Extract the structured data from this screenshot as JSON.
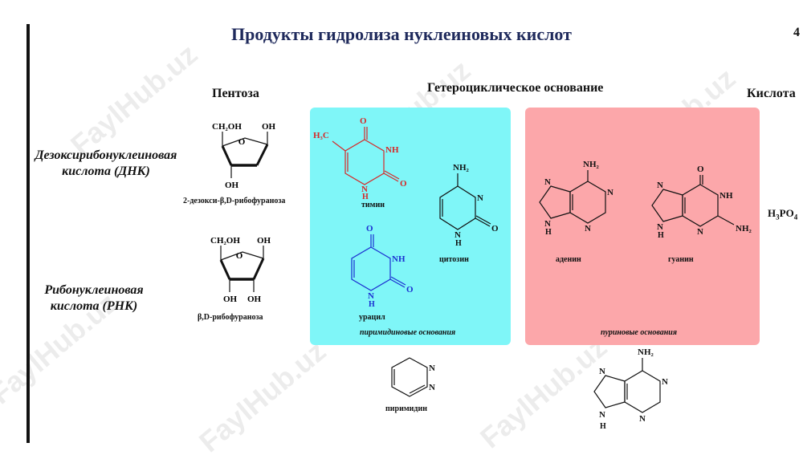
{
  "slide": {
    "title": "Продукты гидролиза нуклеиновых кислот",
    "page_number": "4"
  },
  "headers": {
    "pentose": "Пентоза",
    "base": "Гетероциклическое основание",
    "acid": "Кислота"
  },
  "rows": {
    "dna": {
      "line1": "Дезоксирибонуклеиновая",
      "line2": "кислота (ДНК)"
    },
    "rna": {
      "line1": "Рибонуклеиновая",
      "line2": "кислота (РНК)"
    }
  },
  "sugars": {
    "deoxyribose": {
      "caption": "2-дезокси-β,D-рибофураноза",
      "ch2oh": "CH₂OH",
      "oh1": "OH",
      "oh3": "OH"
    },
    "ribose": {
      "caption": "β,D-рибофураноза",
      "ch2oh": "CH₂OH",
      "oh1": "OH",
      "oh2": "OH",
      "oh3": "OH"
    }
  },
  "pyrimidines": {
    "group_caption": "пиримидиновые основания",
    "thymine": {
      "name": "тимин",
      "methyl": "H₃C",
      "o1": "O",
      "o2": "O",
      "nh": "NH",
      "n": "N",
      "h": "H"
    },
    "cytosine": {
      "name": "цитозин",
      "nh2": "NH₂",
      "n": "N",
      "o": "O",
      "nlow": "N",
      "h": "H"
    },
    "uracil": {
      "name": "урацил",
      "o1": "O",
      "o2": "O",
      "nh": "NH",
      "n": "N",
      "h": "H"
    }
  },
  "purines": {
    "group_caption": "пуриновые основания",
    "adenine": {
      "name": "аденин",
      "nh2": "NH₂",
      "n": "N",
      "h": "H"
    },
    "guanine": {
      "name": "гуанин",
      "o": "O",
      "nh": "NH",
      "nh2": "NH₂",
      "n": "N",
      "h": "H"
    }
  },
  "parents": {
    "pyrimidine": {
      "name": "пиримидин",
      "n": "N"
    },
    "purine": {
      "nh2": "NH₂",
      "n": "N",
      "h": "H"
    }
  },
  "acid": {
    "formula_main": "H",
    "formula_sub": "3",
    "formula_tail": "PO",
    "formula_sub2": "4"
  },
  "watermark": {
    "text": "FaylHub.uz"
  },
  "colors": {
    "title": "#1f2a5c",
    "pyrimidine_box": "#7ff6f8",
    "purine_box": "#fca7aa",
    "thymine": "#d62828",
    "uracil": "#1b2fd1"
  }
}
